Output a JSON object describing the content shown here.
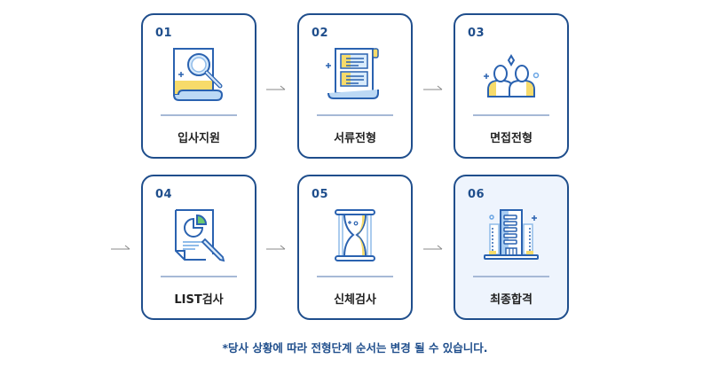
{
  "steps": [
    {
      "number": "01",
      "label": "입사지원",
      "icon": "document-search-icon"
    },
    {
      "number": "02",
      "label": "서류전형",
      "icon": "scroll-document-icon"
    },
    {
      "number": "03",
      "label": "면접전형",
      "icon": "interview-people-icon"
    },
    {
      "number": "04",
      "label": "LIST검사",
      "icon": "report-chart-pen-icon"
    },
    {
      "number": "05",
      "label": "신체검사",
      "icon": "hourglass-icon"
    },
    {
      "number": "06",
      "label": "최종합격",
      "icon": "building-icon"
    }
  ],
  "note": "*당사 상황에 따라 전형단계 순서는 변경 될 수 있습니다.",
  "colors": {
    "primary": "#1f4e8c",
    "icon_light_blue": "#a9cdf2",
    "icon_yellow": "#f7db6a",
    "icon_green": "#6cc870",
    "final_card_bg": "#eef4fd"
  }
}
